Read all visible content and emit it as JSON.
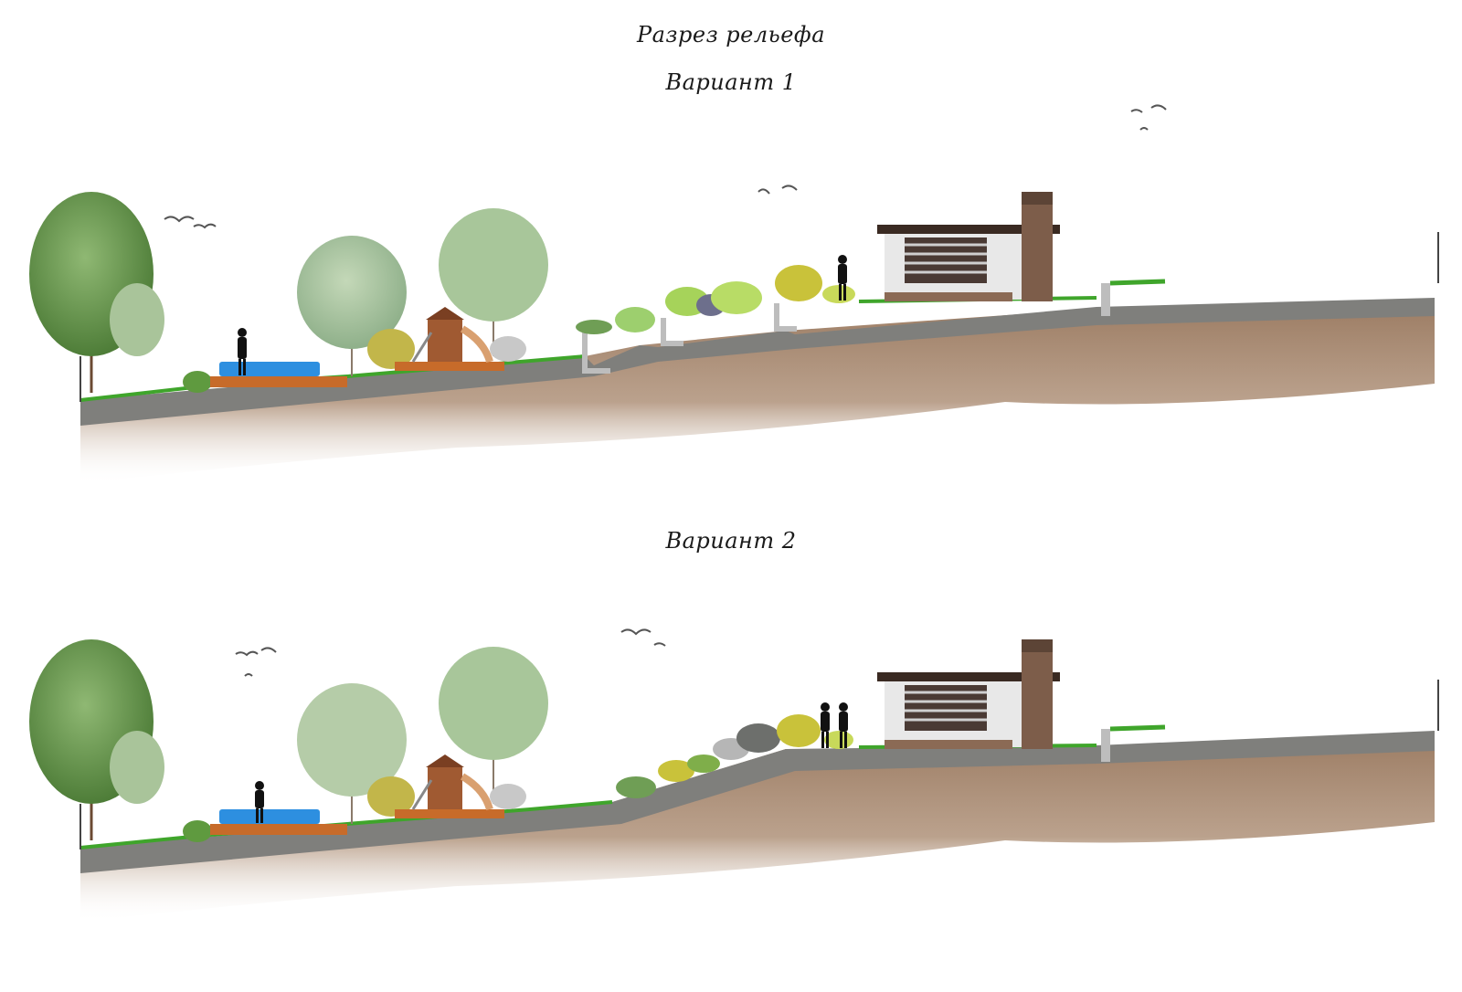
{
  "header": {
    "title": "Разрез рельефа"
  },
  "variants": [
    {
      "label": "Вариант 1"
    },
    {
      "label": "Вариант 2"
    }
  ],
  "colors": {
    "grass": "#3fa52b",
    "gravel": "#7d7d7a",
    "soil": "#a88a70",
    "pool": "#2d8fe0",
    "roof": "#3a2a22",
    "stone": "#8b6a55",
    "tree_dark": "#5f8f44",
    "tree_light": "#9dbf8c"
  }
}
